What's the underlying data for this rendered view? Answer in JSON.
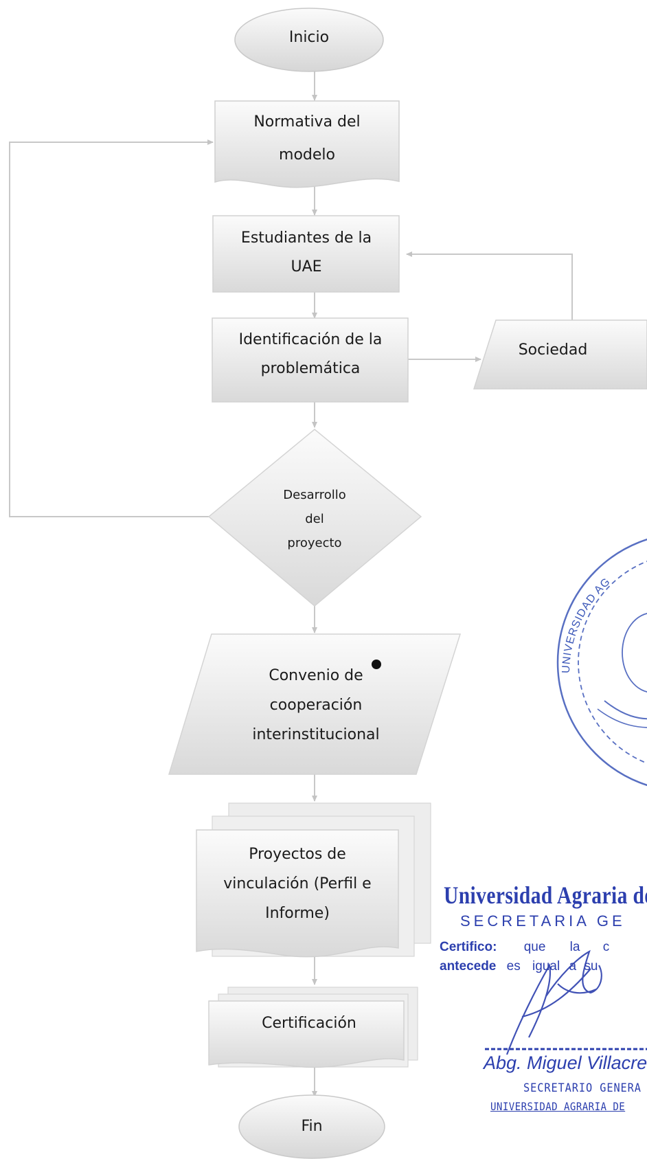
{
  "nodes": {
    "inicio": "Inicio",
    "normativa": [
      "Normativa del",
      "modelo"
    ],
    "estudiantes": [
      "Estudiantes de la",
      "UAE"
    ],
    "identificacion": [
      "Identificación de la",
      "problemática"
    ],
    "sociedad": "Sociedad",
    "desarrollo": [
      "Desarrollo",
      "del",
      "proyecto"
    ],
    "convenio": [
      "Convenio de",
      "cooperación",
      "interinstitucional"
    ],
    "proyectos": [
      "Proyectos de",
      "vinculación (Perfil e",
      "Informe)"
    ],
    "certificacion": "Certificación",
    "fin": "Fin"
  },
  "seal": {
    "ring_text": "UNIVERSIDAD AG",
    "color": "#3b57b8"
  },
  "certification_stamp": {
    "university": "Universidad Agraria de",
    "office": "SECRETARIA GE",
    "line1_words": [
      "Certifico:",
      "que",
      "la",
      "c"
    ],
    "line2_words": [
      "antecede",
      "es",
      "igual",
      "a",
      "su"
    ],
    "signatory": "Abg. Miguel Villacres",
    "title": "SECRETARIO GENERA",
    "institution": "UNIVERSIDAD AGRARIA DE",
    "color": "#2c3fae"
  },
  "colors": {
    "box_light": "#f7f7f7",
    "box_dark": "#dadada",
    "connector": "#c4c4c4",
    "text": "#1a1a1a"
  }
}
